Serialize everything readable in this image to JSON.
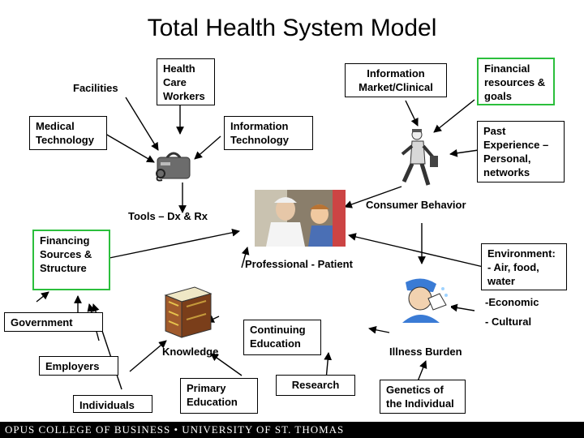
{
  "title": "Total Health System Model",
  "nodes": {
    "facilities": "Facilities",
    "health_care_workers": "Health\nCare\nWorkers",
    "information_market_clinical": "Information\nMarket/Clinical",
    "financial_resources": "Financial\nresources &\ngoals",
    "medical_technology": "Medical\nTechnology",
    "information_technology": "Information\nTechnology",
    "past_experience": "Past\nExperience –\nPersonal,\nnetworks",
    "consumer_behavior": "Consumer Behavior",
    "tools": "Tools – Dx & Rx",
    "financing_sources": "Financing\nSources &\nStructure",
    "professional_patient": "Professional - Patient",
    "environment": "Environment:\n- Air, food,\nwater",
    "economic": "-Economic",
    "cultural": "- Cultural",
    "government": "Government",
    "knowledge": "Knowledge",
    "continuing_education": "Continuing\nEducation",
    "illness_burden": "Illness Burden",
    "employers": "Employers",
    "individuals": "Individuals",
    "primary_education": "Primary\nEducation",
    "research": "Research",
    "genetics": "Genetics of\nthe Individual"
  },
  "footer": "OPUS COLLEGE OF BUSINESS  •  UNIVERSITY OF ST. THOMAS",
  "colors": {
    "accent_border": "#2bbf3c",
    "footer_bg": "#000000"
  }
}
